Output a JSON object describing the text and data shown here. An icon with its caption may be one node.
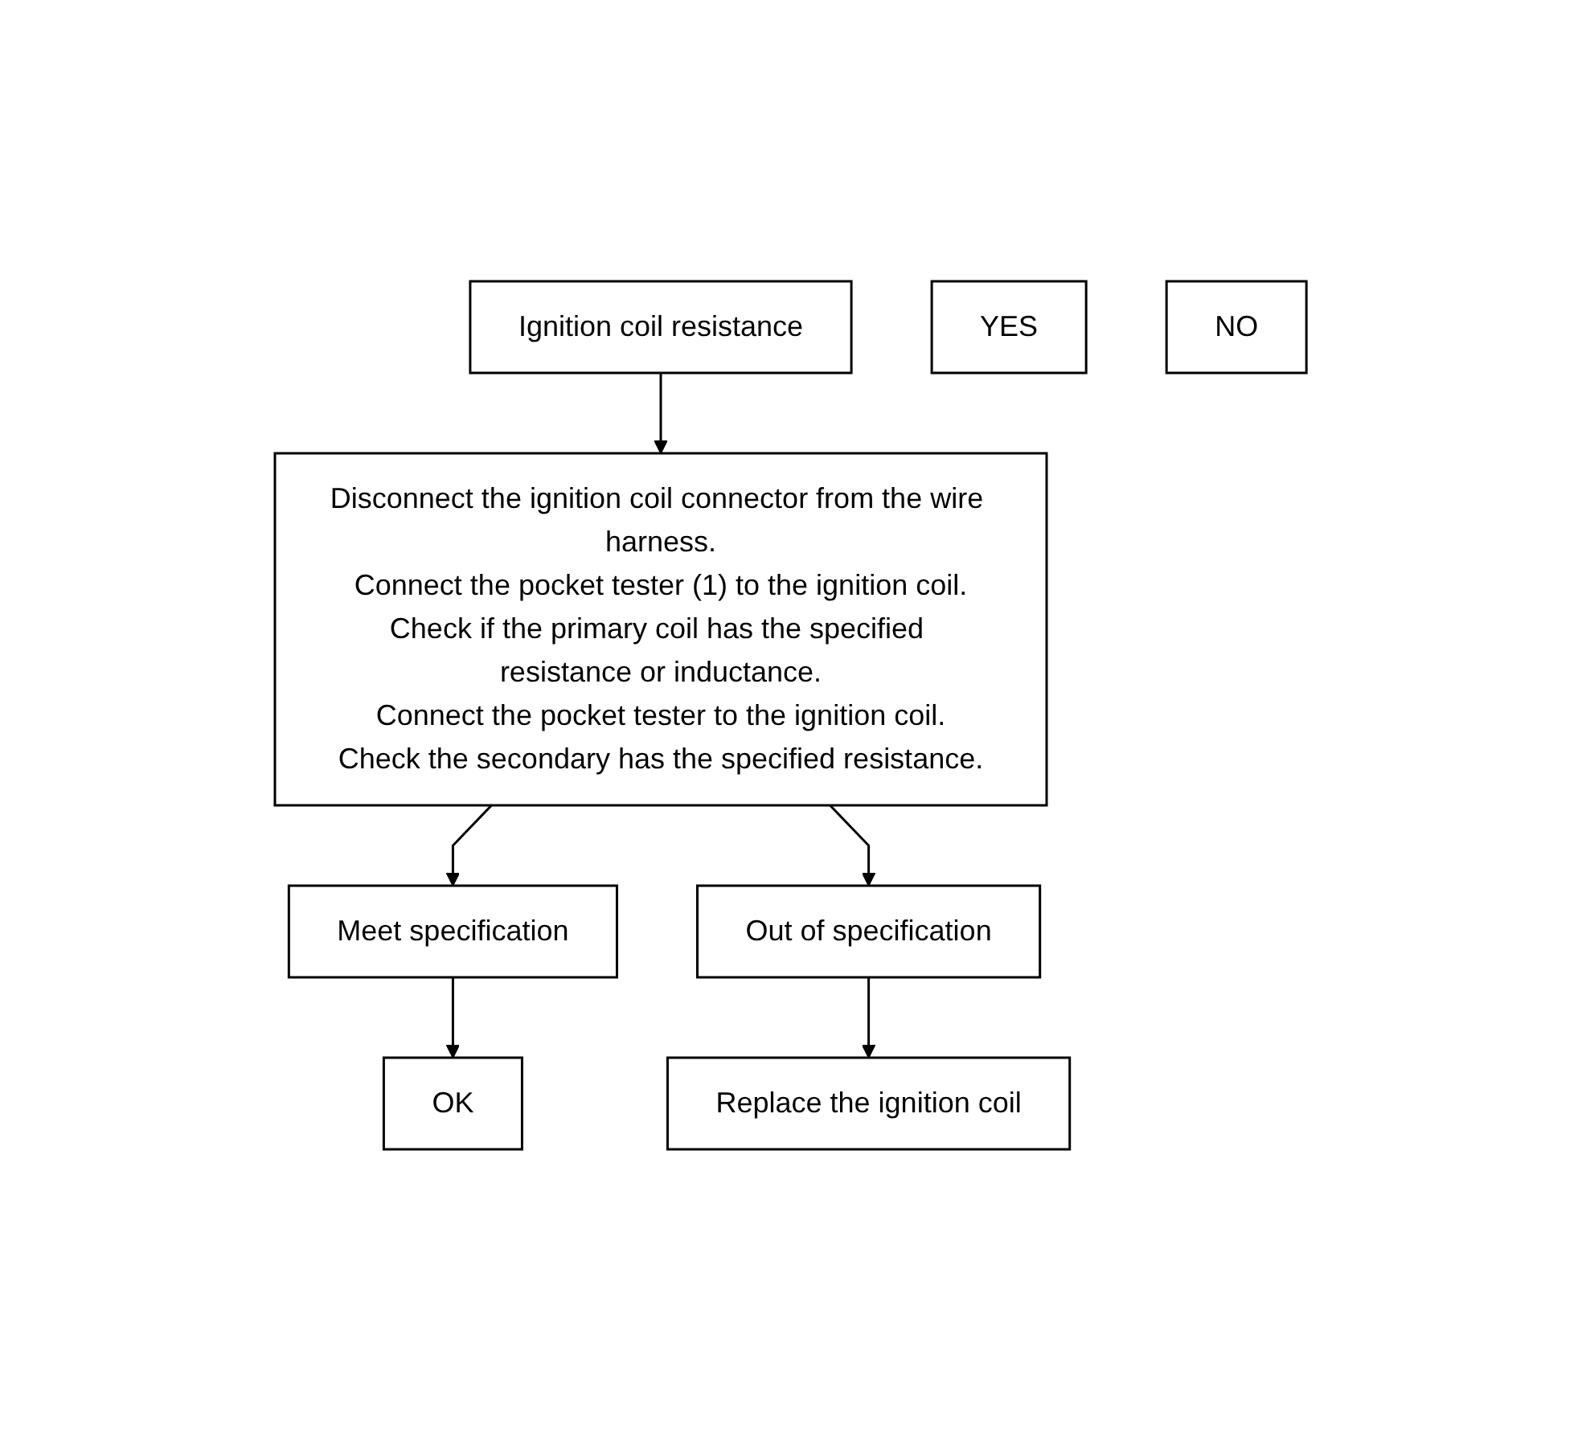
{
  "diagram": {
    "nodes": [
      {
        "text": [
          "Ignition coil resistance"
        ]
      },
      {
        "text": [
          "Disconnect the ignition coil connector from the wire harness.",
          "Connect the pocket tester (1) to the ignition coil.",
          "Check if the primary coil has the specified resistance or inductance.",
          "Connect the pocket tester to the ignition coil.",
          "Check the secondary has the specified resistance."
        ]
      },
      {
        "text": [
          "YES"
        ]
      },
      {
        "text": [
          "NO"
        ]
      },
      {
        "text": [
          "Out of specification"
        ]
      },
      {
        "text": [
          "Meet specification"
        ]
      },
      {
        "text": [
          "Replace the ignition coil"
        ]
      },
      {
        "text": [
          "OK"
        ]
      }
    ],
    "edges": [
      {
        "from": 0,
        "to": 1,
        "arrow": "to"
      },
      {
        "from": 1,
        "to": 5,
        "arrow": "to"
      },
      {
        "from": 1,
        "to": 4,
        "arrow": "to"
      },
      {
        "from": 4,
        "to": 6,
        "arrow": "to"
      },
      {
        "from": 5,
        "to": 7,
        "arrow": "to"
      }
    ]
  }
}
